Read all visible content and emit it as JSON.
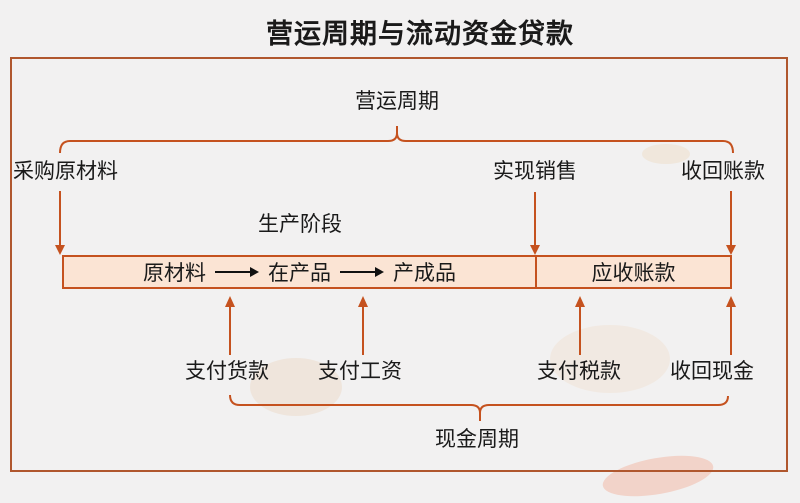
{
  "title": "营运周期与流动资金贷款",
  "braces": {
    "operating_cycle": "营运周期",
    "cash_cycle": "现金周期"
  },
  "stage_labels": {
    "production_stage": "生产阶段"
  },
  "events": {
    "purchase_raw_materials": "采购原材料",
    "realize_sales": "实现销售",
    "collect_receivables": "收回账款",
    "pay_for_goods": "支付货款",
    "pay_wages": "支付工资",
    "pay_taxes": "支付税款",
    "collect_cash": "收回现金"
  },
  "bar": {
    "raw_materials": "原材料",
    "work_in_progress": "在产品",
    "finished_goods": "产成品",
    "accounts_receivable": "应收账款"
  },
  "icons": {
    "flow_arrow": "black-right-arrow",
    "event_arrow": "orange-vertical-arrow",
    "brace": "orange-curly-brace"
  },
  "colors": {
    "accent": "#c5521f",
    "box_border": "#b0572e",
    "bar_fill": "#fbe4d4",
    "background": "#f2f1f1",
    "text": "#1a1a1a"
  }
}
